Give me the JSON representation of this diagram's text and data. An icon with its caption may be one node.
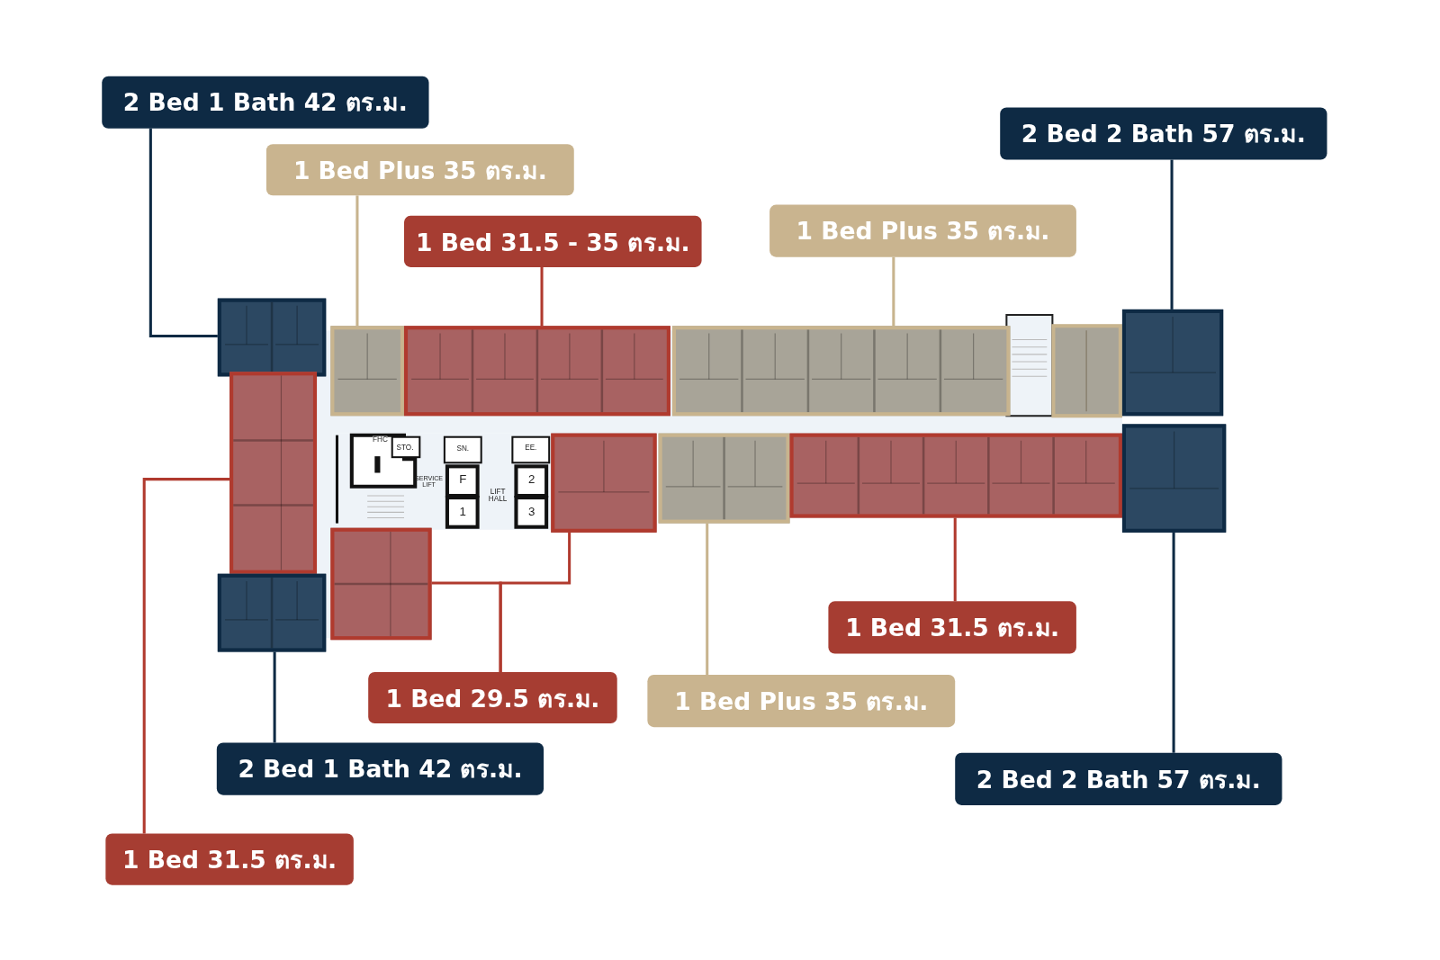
{
  "diagram": {
    "nodes": [
      {
        "text": [
          "2 Bed 1 Bath 42 ตร.ม."
        ]
      },
      {
        "text": [
          "1 Bed Plus 35 ตร.ม."
        ]
      },
      {
        "text": [
          "1 Bed 31.5 - 35 ตร.ม."
        ]
      },
      {
        "text": [
          "1 Bed Plus 35 ตร.ม."
        ]
      },
      {
        "text": [
          "2 Bed 2 Bath 57 ตร.ม."
        ]
      },
      {
        "text": [
          "1 Bed 31.5 ตร.ม."
        ]
      },
      {
        "text": [
          "2 Bed 1 Bath 42 ตร.ม."
        ]
      },
      {
        "text": [
          "1 Bed 29.5 ตร.ม."
        ]
      },
      {
        "text": [
          "1 Bed Plus 35 ตร.ม."
        ]
      },
      {
        "text": [
          "1 Bed 31.5 ตร.ม."
        ]
      },
      {
        "text": [
          "2 Bed 2 Bath 57 ตร.ม."
        ]
      },
      {
        "text": [],
        "shape": "box"
      },
      {
        "text": [],
        "shape": "box"
      },
      {
        "text": [],
        "shape": "box"
      },
      {
        "text": [],
        "shape": "box"
      },
      {
        "text": [],
        "shape": "box"
      },
      {
        "text": [],
        "shape": "box"
      },
      {
        "text": [],
        "shape": "box"
      },
      {
        "text": [],
        "shape": "box"
      },
      {
        "text": [],
        "shape": "box"
      },
      {
        "text": [],
        "shape": "box"
      },
      {
        "text": [],
        "shape": "box"
      },
      {
        "text": [],
        "shape": "box"
      }
    ],
    "edges": [
      {
        "from": 0,
        "to": 11,
        "arrow": "none",
        "color": "#0e2a44"
      },
      {
        "from": 1,
        "to": 14,
        "arrow": "none",
        "color": "#c8b48e"
      },
      {
        "from": 2,
        "to": 15,
        "arrow": "none"
      },
      {
        "from": 3,
        "to": 18,
        "arrow": "none",
        "color": "#c8b48e"
      },
      {
        "from": 4,
        "to": 21,
        "arrow": "none",
        "color": "#0e2a44"
      },
      {
        "from": 5,
        "to": 12,
        "arrow": "none"
      },
      {
        "from": 6,
        "to": 13,
        "arrow": "none",
        "color": "#0e2a44"
      },
      {
        "from": 7,
        "to": 16,
        "arrow": "none"
      },
      {
        "from": 7,
        "to": 17,
        "arrow": "none"
      },
      {
        "from": 8,
        "to": 19,
        "arrow": "none",
        "color": "#c8b48e"
      },
      {
        "from": 9,
        "to": 20,
        "arrow": "none"
      },
      {
        "from": 10,
        "to": 22,
        "arrow": "none",
        "color": "#0e2a44"
      }
    ],
    "labels": [
      "FHC",
      "STO.",
      "SN.",
      "EE.",
      "SERVICE LIFT",
      "F",
      "2",
      "LIFT HALL",
      "1",
      "3"
    ]
  }
}
